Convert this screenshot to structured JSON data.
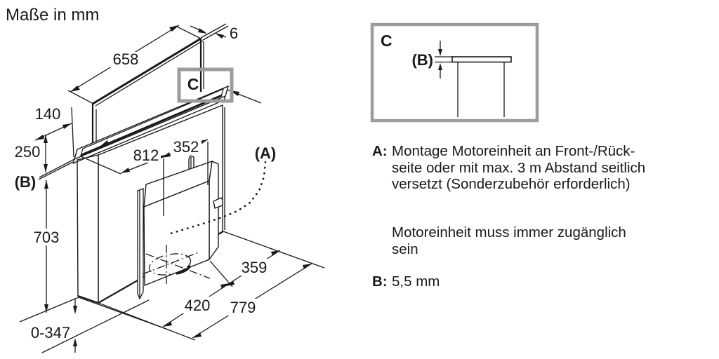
{
  "title": "Maße in mm",
  "colors": {
    "line": "#1a1a1a",
    "highlight_box": "#9c9c9c",
    "background": "#ffffff"
  },
  "dimensions": {
    "panel_width": "658",
    "panel_thickness": "6",
    "top_depth": "140",
    "upper_height": "250",
    "worktop_thickness_ref": "(B)",
    "body_height": "703",
    "bottom_adjust": "0-347",
    "cutout_length": "812",
    "duct_offset": "352",
    "motor_ref": "(A)",
    "floor_depth_right": "359",
    "floor_depth_mid": "420",
    "floor_depth_total": "779",
    "detail_ref": "C"
  },
  "detail": {
    "label": "C",
    "thickness_ref": "(B)"
  },
  "notes": {
    "a_label": "A:",
    "a_text_lines": [
      "Montage Motoreinheit an Front-/Rück-",
      "seite oder mit max. 3 m Abstand seitlich",
      "versetzt (Sonderzubehör erforderlich)"
    ],
    "a_text2_lines": [
      "Motoreinheit muss immer zugänglich",
      "sein"
    ],
    "b_label": "B:",
    "b_value": "5,5 mm"
  }
}
